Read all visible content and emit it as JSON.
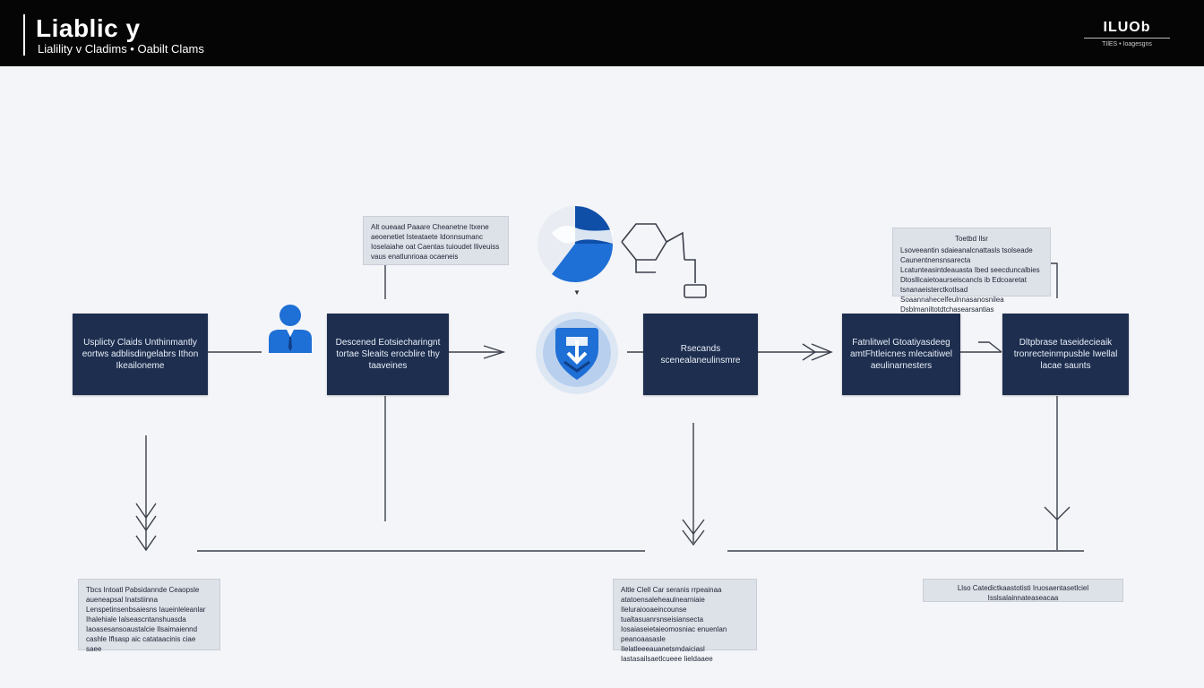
{
  "header": {
    "title": "Liablic y",
    "subtitle": "Lialility v Cladims • Oabilt Clams",
    "logo_mark": "ILUOb",
    "logo_caption": "TIlES • Ioagesgns"
  },
  "boxes": [
    {
      "id": "box-1",
      "text": "Usplicty Claids Unthinmantly eortws adblisdingelabrs Ithon Ikeailoneme"
    },
    {
      "id": "box-2",
      "text": "Descened Eotsiecharingnt tortae Sleaits erocblire thy taaveines"
    },
    {
      "id": "box-3",
      "text": "Rsecands scenealaneulinsmre"
    },
    {
      "id": "box-4",
      "text": "Fatnlitwel Gtoatiyasdeeg amtFhtleicnes mlecaitiwel aeulinarnesters"
    },
    {
      "id": "box-5",
      "text": "Dltpbrase taseidecieaik tronrecteinmpusble Iwellal lacae saunts"
    }
  ],
  "notes": [
    {
      "id": "note-top-left",
      "text": "Alt oueaad Paaare Cheanetne Itxene aeoenetiet Isteataete Idonnsumanc Ioselaiahe oat Caentas tuioudet Iliveuiss vaus enatlunrioaa ocaeneis"
    },
    {
      "id": "note-top-right",
      "title": "Toetbd Ilsr",
      "text": "Lsoveeantin sdaieanalcnattasls tsolseade Caunentnensnsarecta Lcatunteasintdeauasta Ibed seecduncalbies Dtosllicaietoaurseiscancls ib Edcoaretat tsnanaeisterctkotlsad Soaannahecelfeulnnasanosnilea Dsblmaniltotdtchasearsantias"
    },
    {
      "id": "note-bottom-left",
      "text": "Tbcs Intoatl Pabsidannde Ceaopsle aueneapsal Inatstiinna Lenspetinsenbsaiesns Iaueinleleanlar Ihalehiale Ialseascntanshuasda Iaoasesansoaustalcie Ilsaimaiennd cashle Iflsasp aic catataacinis ciae saee"
    },
    {
      "id": "note-bottom-center",
      "text": "Altle Clell Car seranis rrpeainaa atatoensaleheaulnearniaie Ileluraiooaeincounse tualtasuanrsnseisiansecta Iosaiaseietaieomosniac enuenlan peanoaasasle Ilelatleeeauanetsmdaiciasl Iastasailsaetlcueee Iieldaaee"
    },
    {
      "id": "note-bottom-right",
      "text": "Llso Catedictkaastotisti Iruosaentasetlciel Isslsalainnateaseacaa"
    }
  ],
  "colors": {
    "box_fill": "#1d2e4f",
    "accent_blue": "#1e6fd6",
    "dark_blue": "#0f4fa8",
    "line": "#3a3f4a",
    "note_fill": "#dde1e8"
  },
  "icons": {
    "person": "person-icon",
    "process": "shield-download-icon",
    "pie": "pie-chart-icon",
    "network": "hexagon-network-icon"
  }
}
